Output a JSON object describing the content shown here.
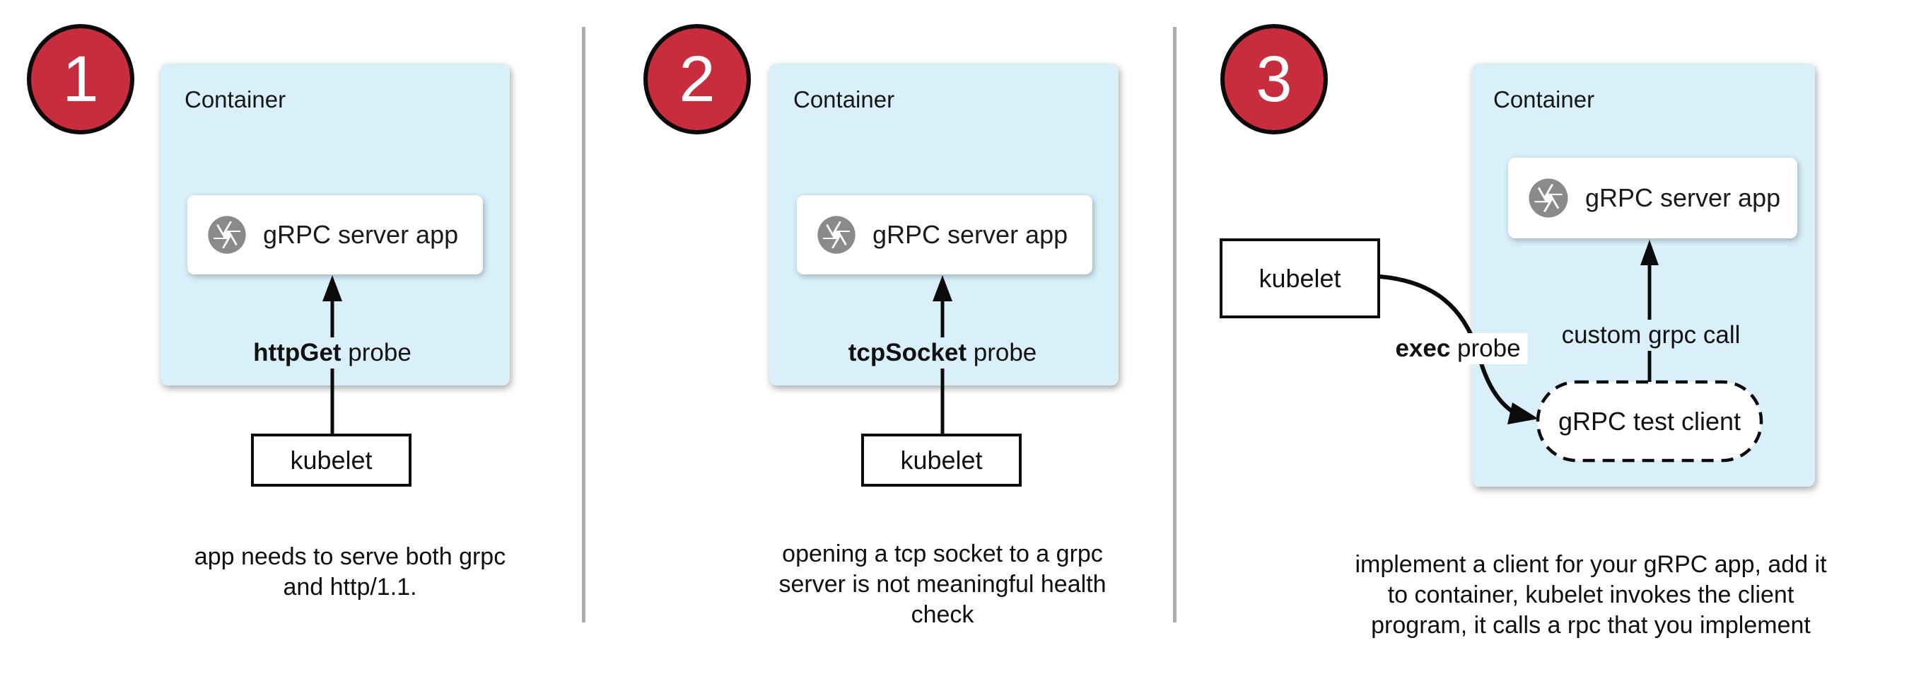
{
  "diagram": {
    "colors": {
      "accent_red": "#c72d3c",
      "container_blue": "#d9f0fb",
      "icon_gray": "#8a8a8a",
      "divider_gray": "#aeaeae"
    },
    "step1": {
      "number": "1",
      "container_label": "Container",
      "app_label": "gRPC server app",
      "app_icon": "camera-aperture-icon",
      "probe_bold": "httpGet",
      "probe_rest": " probe",
      "kubelet_label": "kubelet",
      "caption": [
        "app needs to serve both grpc",
        "and http/1.1."
      ]
    },
    "step2": {
      "number": "2",
      "container_label": "Container",
      "app_label": "gRPC server app",
      "app_icon": "camera-aperture-icon",
      "probe_bold": "tcpSocket",
      "probe_rest": " probe",
      "kubelet_label": "kubelet",
      "caption": [
        "opening a tcp socket to a grpc",
        "server is not meaningful health",
        "check"
      ]
    },
    "step3": {
      "number": "3",
      "container_label": "Container",
      "app_label": "gRPC server app",
      "app_icon": "camera-aperture-icon",
      "probe_bold": "exec",
      "probe_rest": " probe",
      "kubelet_label": "kubelet",
      "call_label": "custom grpc call",
      "client_label": "gRPC test client",
      "caption": [
        "implement a client for your gRPC app, add it",
        "to container, kubelet invokes the client",
        "program, it calls a rpc that you implement"
      ]
    }
  }
}
